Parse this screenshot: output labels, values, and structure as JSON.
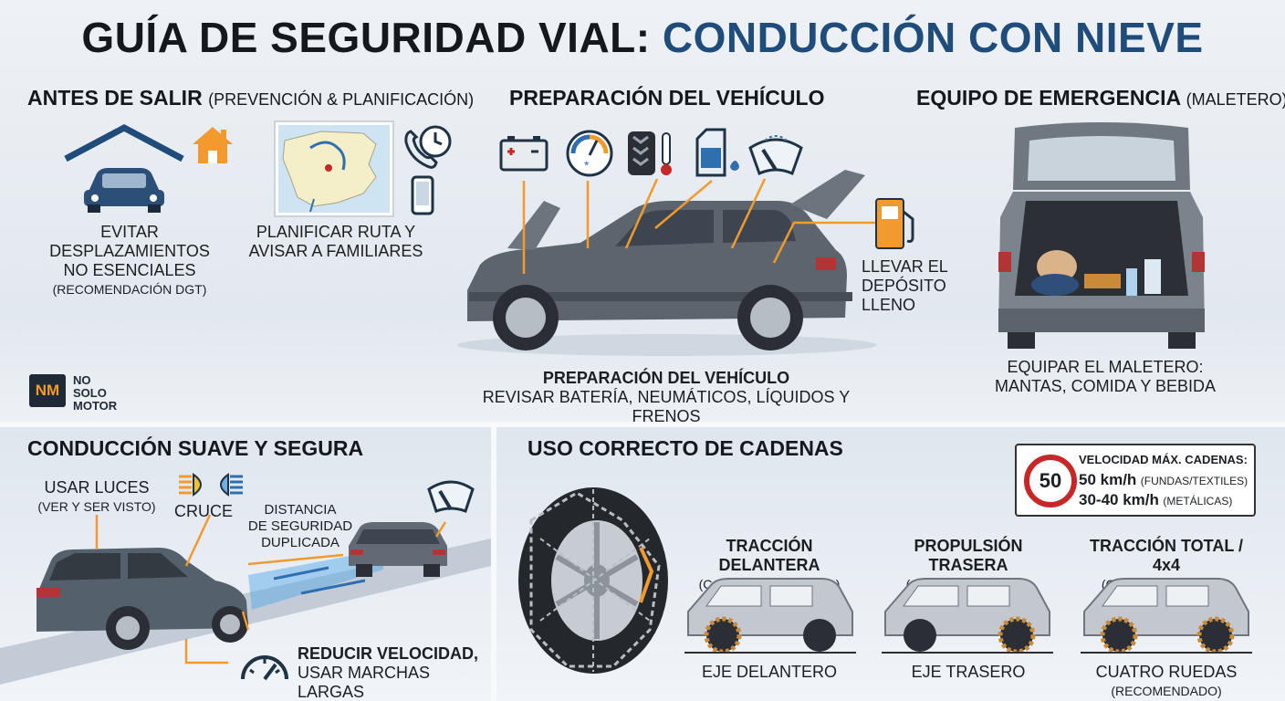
{
  "title": {
    "main": "GUÍA DE SEGURIDAD VIAL:",
    "highlight": "CONDUCCIÓN CON  NIEVE"
  },
  "antes": {
    "heading": "ANTES DE SALIR",
    "heading_sub": "(PREVENCIÓN & PLANIFICACIÓN)",
    "cap1_l1": "EVITAR DESPLAZAMIENTOS",
    "cap1_l2": "NO ESENCIALES",
    "cap1_l3": "(RECOMENDACIÓN DGT)",
    "cap2_l1": "PLANIFICAR RUTA Y",
    "cap2_l2": "AVISAR A FAMILIARES"
  },
  "prep": {
    "heading": "PREPARACIÓN DEL VEHÍCULO",
    "cap_l1": "PREPARACIÓN DEL VEHÍCULO",
    "cap_l2": "REVISAR BATERÍA, NEUMÁTICOS, LÍQUIDOS Y FRENOS",
    "fuel_l1": "LLEVAR EL",
    "fuel_l2": "DEPÓSITO",
    "fuel_l3": "LLENO"
  },
  "equipo": {
    "heading": "EQUIPO DE EMERGENCIA",
    "heading_sub": "(MALETERO)",
    "cap_l1": "EQUIPAR EL MALETERO:",
    "cap_l2": "MANTAS, COMIDA Y BEBIDA"
  },
  "logo": {
    "mark": "NM",
    "l1": "NO",
    "l2": "SOLO",
    "l3": "MOTOR"
  },
  "suave": {
    "heading": "CONDUCCIÓN SUAVE Y SEGURA",
    "luces_l1": "USAR LUCES",
    "luces_l2": "(VER Y SER VISTO)",
    "cruce": "CRUCE",
    "dist_l1": "DISTANCIA",
    "dist_l2": "DE SEGURIDAD",
    "dist_l3": "DUPLICADA",
    "vel_l1": "REDUCIR VELOCIDAD,",
    "vel_l2": "USAR MARCHAS LARGAS"
  },
  "cadenas": {
    "heading": "USO CORRECTO DE CADENAS",
    "sign": {
      "number": "50",
      "title": "VELOCIDAD MÁX. CADENAS:",
      "row1_speed": "50 km/h",
      "row1_note": "(FUNDAS/TEXTILES)",
      "row2_speed": "30-40 km/h",
      "row2_note": "(METÁLICAS)"
    },
    "types": [
      {
        "title": "TRACCIÓN DELANTERA",
        "sub": "(CADENA DELANTERA)",
        "axle": "EJE DELANTERO",
        "axle2": ""
      },
      {
        "title": "PROPULSIÓN TRASERA",
        "sub": "(CADENA TRASERA)",
        "axle": "EJE TRASERO",
        "axle2": ""
      },
      {
        "title": "TRACCIÓN TOTAL / 4x4",
        "sub": "(CADENAS EN LAS 4)",
        "axle": "CUATRO RUEDAS",
        "axle2": "(RECOMENDADO)"
      }
    ]
  },
  "colors": {
    "accent": "#f29a2e",
    "brand": "#1f4c7a",
    "stop": "#c62828"
  },
  "icons": [
    "roof-house-icon",
    "home-icon",
    "map-spain-icon",
    "phone-icon",
    "clock-icon",
    "smartphone-icon",
    "battery-icon",
    "temperature-gauge-icon",
    "tire-icon",
    "antifreeze-icon",
    "wiper-icon",
    "fuel-pump-icon",
    "headlight-icon",
    "speedometer-icon",
    "snow-chain-wheel-icon"
  ]
}
